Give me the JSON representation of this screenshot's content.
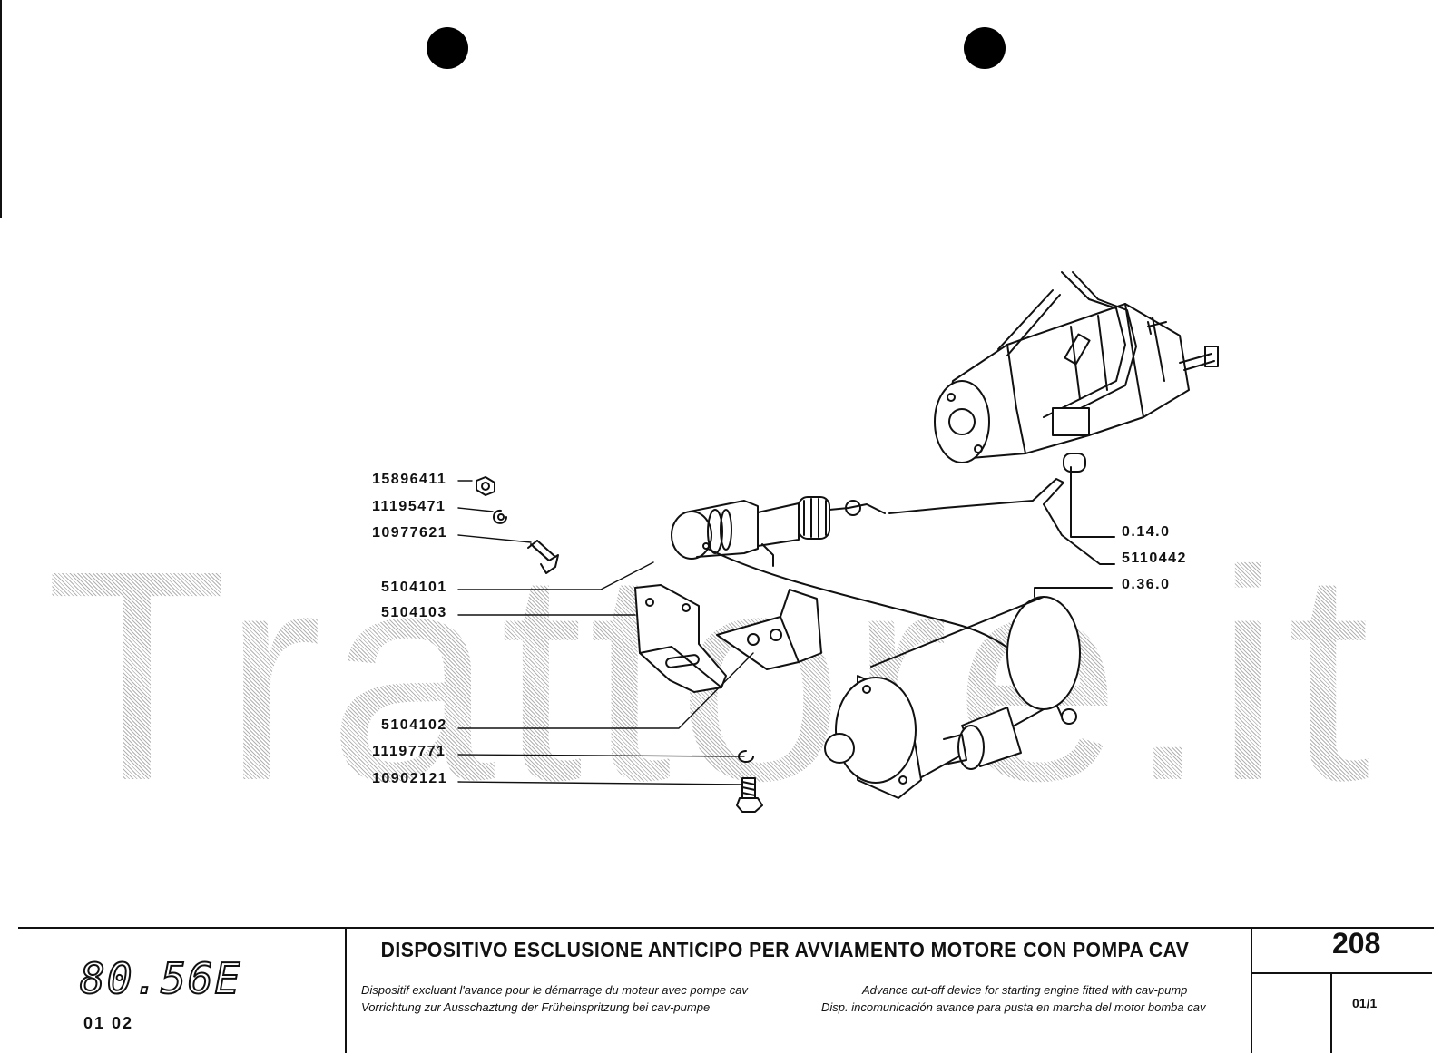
{
  "parts": [
    {
      "code": "15896411",
      "icon": "nut-icon"
    },
    {
      "code": "11195471",
      "icon": "washer-icon"
    },
    {
      "code": "10977621",
      "icon": "bolt-icon"
    },
    {
      "code": "5104101",
      "icon": "cylinder-icon"
    },
    {
      "code": "5104103",
      "icon": "bracket-icon"
    },
    {
      "code": "5104102",
      "icon": "bracket-icon"
    },
    {
      "code": "11197771",
      "icon": "washer-icon"
    },
    {
      "code": "10902121",
      "icon": "bolt-icon"
    },
    {
      "code": "0.14.0",
      "icon": "injection-pump-icon"
    },
    {
      "code": "5110442",
      "icon": "cable-icon"
    },
    {
      "code": "0.36.0",
      "icon": "starter-motor-icon"
    }
  ],
  "watermark": "Trattore.it",
  "title_block": {
    "model": "80.56E",
    "model_sub": "01   02",
    "title": "DISPOSITIVO ESCLUSIONE ANTICIPO PER AVVIAMENTO MOTORE CON POMPA CAV",
    "fr": "Dispositif excluant l'avance pour le démarrage du moteur avec pompe cav",
    "de": "Vorrichtung zur Ausschaztung der Früheinspritzung bei cav-pumpe",
    "en": "Advance cut-off device for starting engine fitted with cav-pump",
    "es": "Disp. incomunicación avance para pusta en marcha del motor bomba cav",
    "page": "208",
    "page_code": "01/1"
  }
}
